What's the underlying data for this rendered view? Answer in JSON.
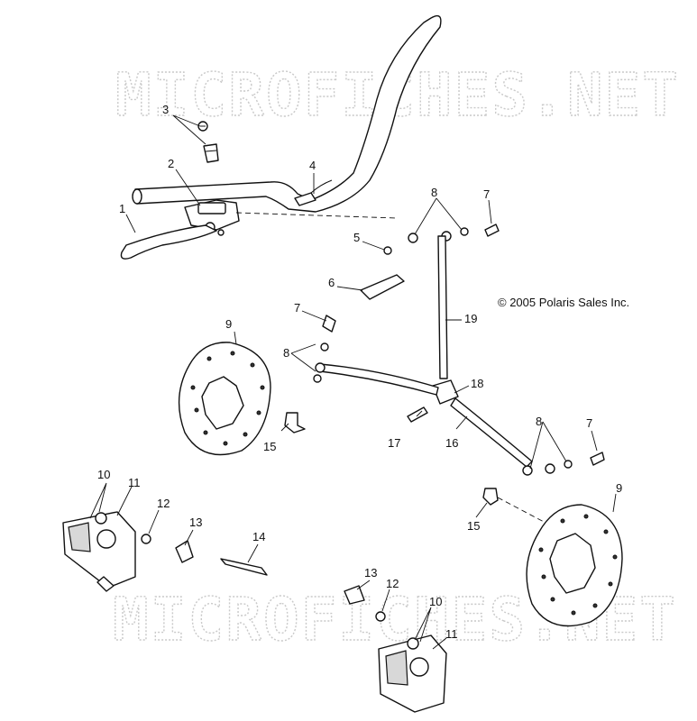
{
  "watermark": {
    "top_text": "MICROFICHES.NET",
    "bottom_text": "MICROFICHES.NET"
  },
  "copyright": "© 2005 Polaris Sales Inc.",
  "callouts": {
    "c1": "1",
    "c2": "2",
    "c3": "3",
    "c4": "4",
    "c5": "5",
    "c6": "6",
    "c7a": "7",
    "c7b": "7",
    "c7c": "7",
    "c8a": "8",
    "c8b": "8",
    "c8c": "8",
    "c9a": "9",
    "c9b": "9",
    "c10a": "10",
    "c10b": "10",
    "c11a": "11",
    "c11b": "11",
    "c12a": "12",
    "c12b": "12",
    "c13a": "13",
    "c13b": "13",
    "c14": "14",
    "c15a": "15",
    "c15b": "15",
    "c16": "16",
    "c17": "17",
    "c18": "18",
    "c19": "19"
  }
}
